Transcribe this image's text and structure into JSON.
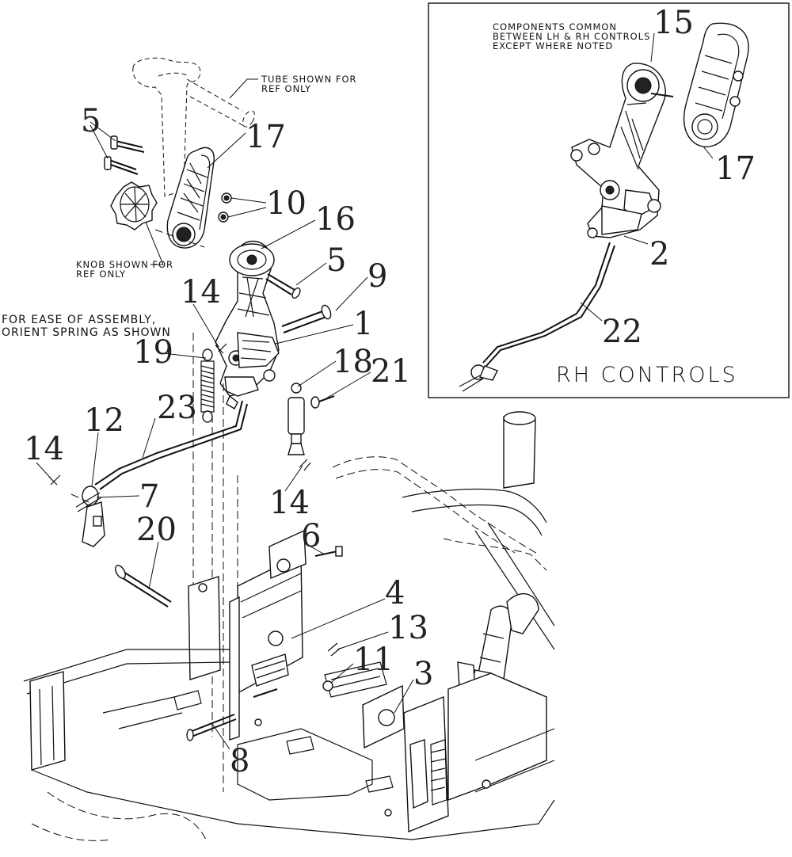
{
  "inset": {
    "note_lines": [
      "COMPONENTS COMMON",
      "BETWEEN LH & RH CONTROLS",
      "EXCEPT WHERE NOTED"
    ],
    "title": "RH CONTROLS",
    "callouts": [
      "15",
      "17",
      "2",
      "22"
    ]
  },
  "notes": {
    "tube_lines": [
      "TUBE SHOWN FOR",
      "REF ONLY"
    ],
    "knob_lines": [
      "KNOB SHOWN FOR",
      "REF ONLY"
    ],
    "spring_lines": [
      "FOR EASE OF ASSEMBLY,",
      "ORIENT SPRING AS SHOWN"
    ]
  },
  "callouts": {
    "c5a": "5",
    "c17": "17",
    "c10": "10",
    "c16": "16",
    "c5b": "5",
    "c9": "9",
    "c14a": "14",
    "c1": "1",
    "c19": "19",
    "c18": "18",
    "c21": "21",
    "c23": "23",
    "c12": "12",
    "c14b": "14",
    "c7": "7",
    "c14c": "14",
    "c20": "20",
    "c6": "6",
    "c4": "4",
    "c13": "13",
    "c11": "11",
    "c3": "3",
    "c8": "8"
  }
}
